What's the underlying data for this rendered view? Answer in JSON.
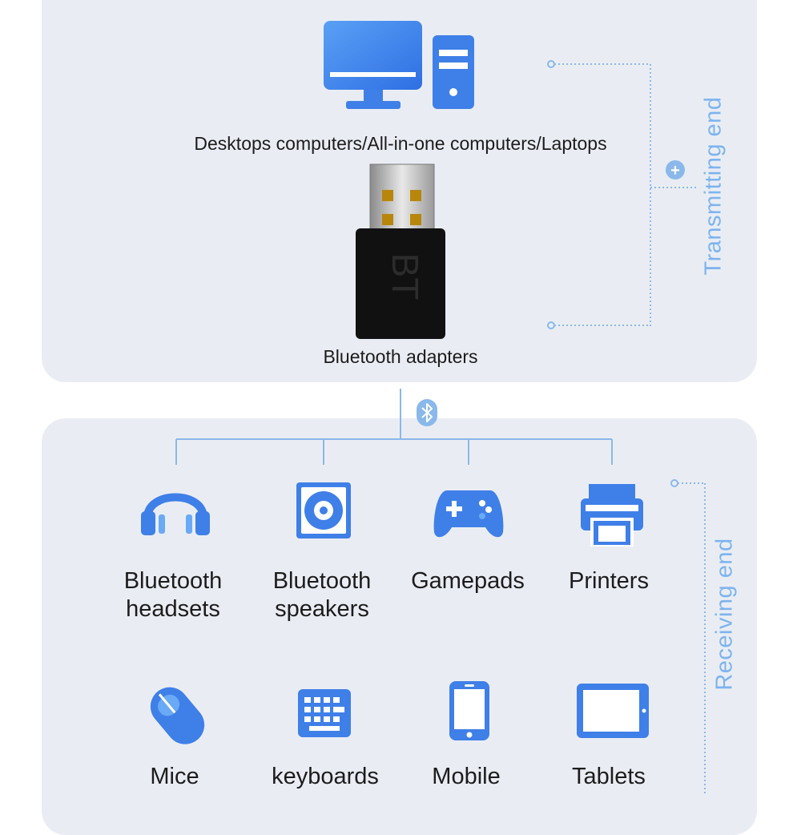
{
  "colors": {
    "panel": "#e9edf3",
    "icon_blue": "#3f7fe8",
    "icon_light": "#6aa9f5",
    "line": "#8ab8ea",
    "side_text": "#7db3ee",
    "adapter": "#111111"
  },
  "transmitting": {
    "computers_caption": "Desktops computers/All-in-one computers/Laptops",
    "adapter_caption": "Bluetooth adapters",
    "adapter_marking": "BT",
    "side_label": "Transmitting end",
    "plus_symbol": "+"
  },
  "bluetooth_symbol": "bluetooth-icon",
  "receiving": {
    "side_label": "Receiving end",
    "devices_row1": [
      {
        "icon": "headphones-icon",
        "line1": "Bluetooth",
        "line2": "headsets"
      },
      {
        "icon": "speaker-icon",
        "line1": "Bluetooth",
        "line2": "speakers"
      },
      {
        "icon": "gamepad-icon",
        "line1": "Gamepads",
        "line2": ""
      },
      {
        "icon": "printer-icon",
        "line1": "Printers",
        "line2": ""
      }
    ],
    "devices_row2": [
      {
        "icon": "mouse-icon",
        "label": "Mice"
      },
      {
        "icon": "keyboard-icon",
        "label": "keyboards"
      },
      {
        "icon": "mobile-icon",
        "label": "Mobile"
      },
      {
        "icon": "tablet-icon",
        "label": "Tablets"
      }
    ]
  }
}
